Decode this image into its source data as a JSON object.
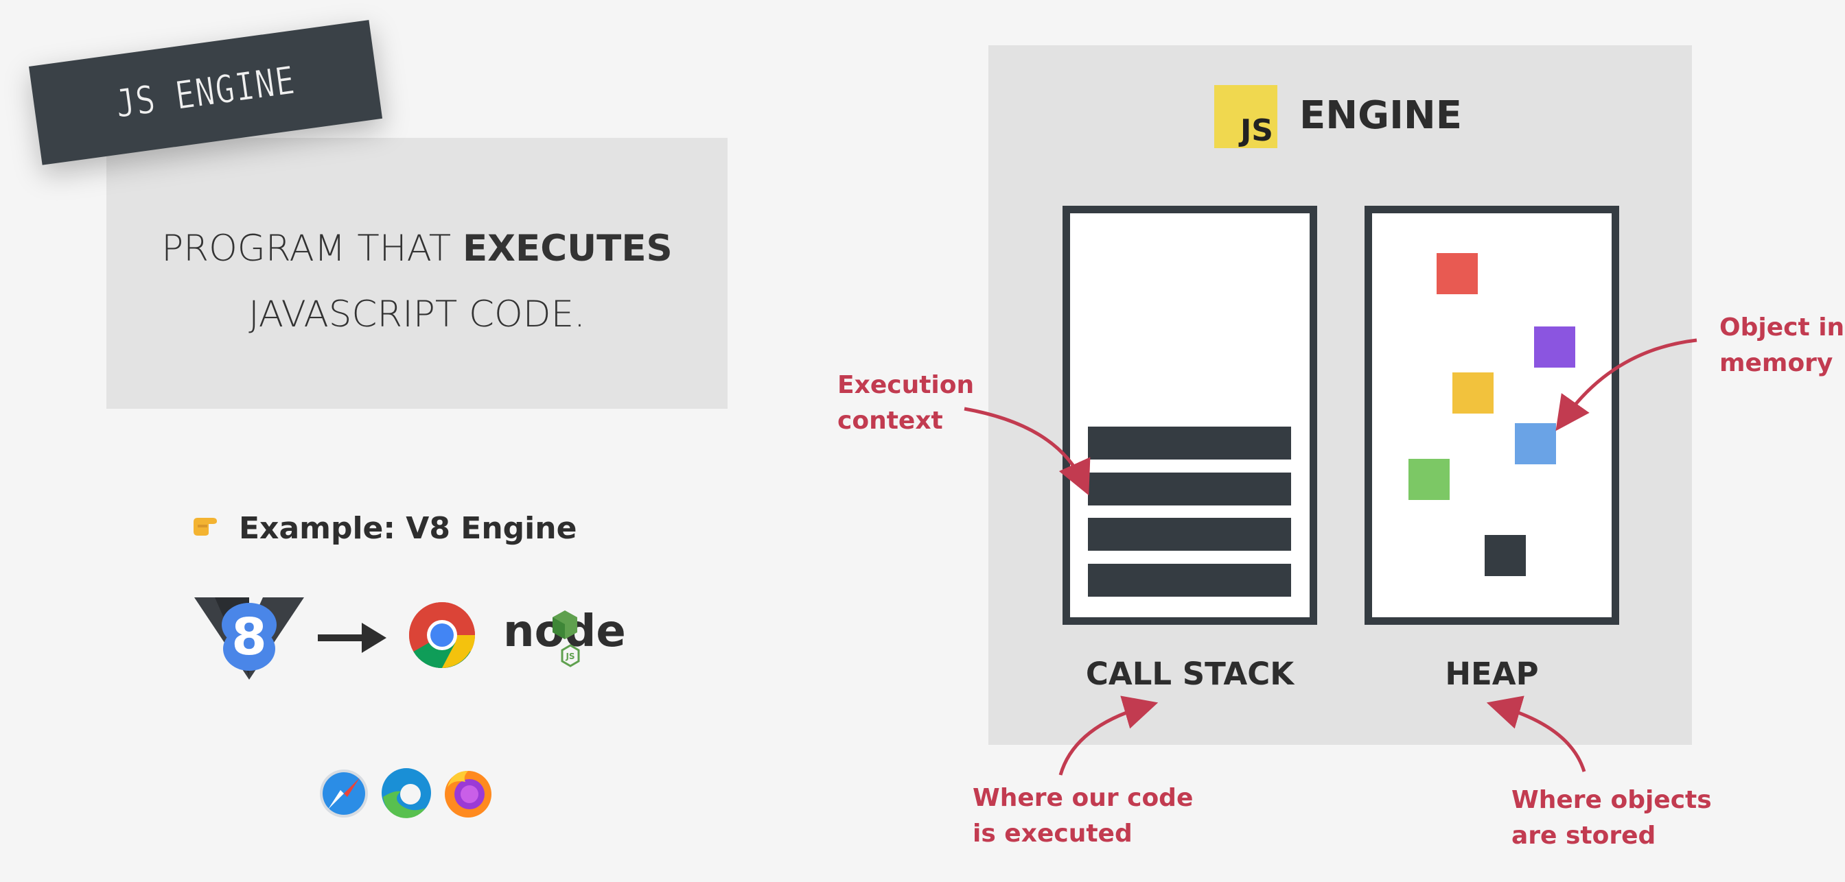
{
  "left": {
    "tag": "JS ENGINE",
    "definition": {
      "line1_prefix": "PROGRAM THAT ",
      "line1_bold": "EXECUTES",
      "line2": "JAVASCRIPT CODE."
    },
    "example": {
      "icon": "pointing-hand-icon",
      "label": "Example: V8 Engine"
    },
    "runtimes": [
      "v8-logo-icon",
      "chrome-logo-icon",
      "nodejs-logo-icon"
    ],
    "node_text": "node",
    "node_js_badge": "JS",
    "v8_digit": "8",
    "browsers": [
      "safari-logo-icon",
      "edge-logo-icon",
      "firefox-logo-icon"
    ]
  },
  "engine": {
    "logo_text": "JS",
    "title": "ENGINE",
    "call_stack_label": "CALL STACK",
    "heap_label": "HEAP",
    "call_stack_frames": 4,
    "heap_objects": [
      {
        "color": "#e85a52"
      },
      {
        "color": "#8b55e0"
      },
      {
        "color": "#f2c23d"
      },
      {
        "color": "#6aa3e6"
      },
      {
        "color": "#7cc865"
      },
      {
        "color": "#353c42"
      }
    ]
  },
  "annotations": {
    "execution_context": [
      "Execution",
      "context"
    ],
    "object_in_memory": [
      "Object in",
      "memory"
    ],
    "where_code": [
      "Where our code",
      "is executed"
    ],
    "where_objects": [
      "Where objects",
      "are stored"
    ]
  },
  "colors": {
    "annotation": "#c23b50",
    "box_border": "#353c42",
    "js_logo": "#f0d84f"
  }
}
